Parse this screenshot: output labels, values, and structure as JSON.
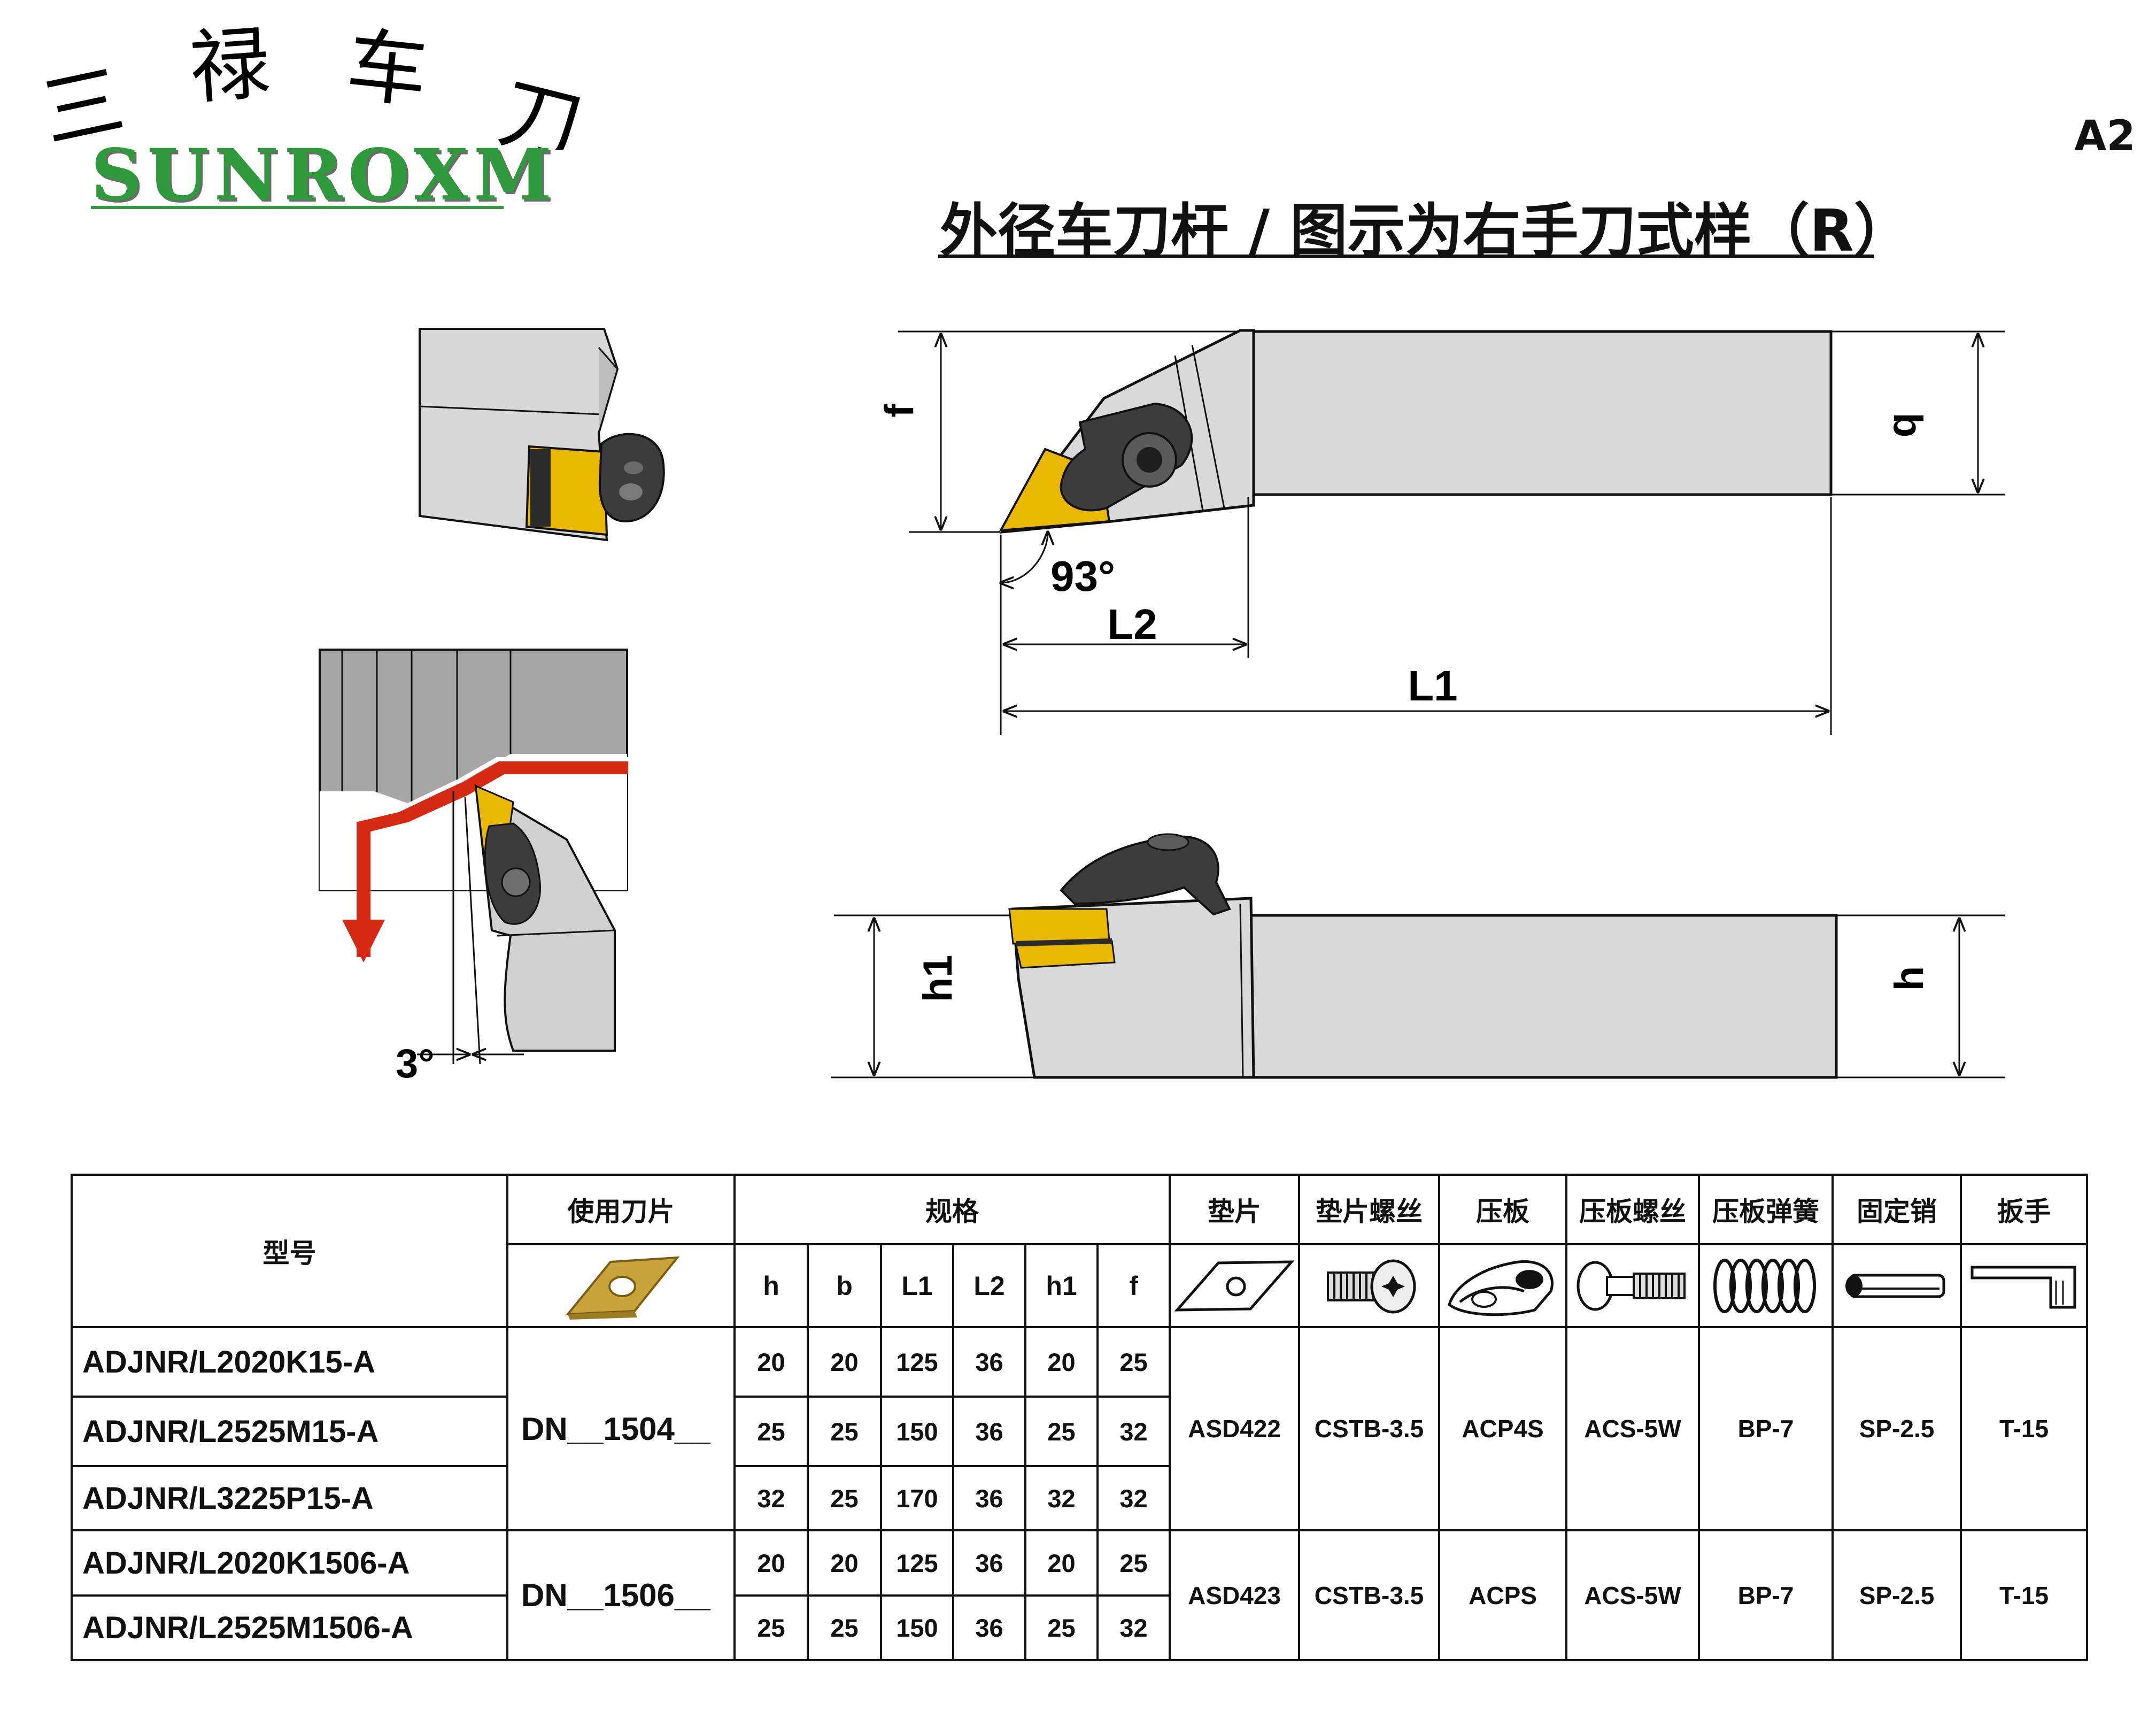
{
  "brand": {
    "chinese_name": "三禄车刀",
    "chinese_chars": [
      "三",
      "禄",
      "车",
      "刀"
    ],
    "english_name": "SUNROXM",
    "color": "#2e9a3c"
  },
  "page_code": "A2",
  "title": "外径车刀杆 / 图示为右手刀式样（R）",
  "drawing_labels": {
    "f": "f",
    "b": "b",
    "h1": "h1",
    "h": "h",
    "angle_main": "93°",
    "angle_side": "3°",
    "L2": "L2",
    "L1": "L1"
  },
  "table": {
    "headers": {
      "model": "型号",
      "insert": "使用刀片",
      "spec": "规格",
      "shim": "垫片",
      "shim_screw": "垫片螺丝",
      "clamp": "压板",
      "clamp_screw": "压板螺丝",
      "clamp_spring": "压板弹簧",
      "pin": "固定销",
      "wrench": "扳手"
    },
    "spec_columns": [
      "h",
      "b",
      "L1",
      "L2",
      "h1",
      "f"
    ],
    "groups": [
      {
        "insert": "DN__1504__",
        "shim": "ASD422",
        "shim_screw": "CSTB-3.5",
        "clamp": "ACP4S",
        "clamp_screw": "ACS-5W",
        "clamp_spring": "BP-7",
        "pin": "SP-2.5",
        "wrench": "T-15",
        "rows": [
          {
            "model": "ADJNR/L2020K15-A",
            "values": [
              "20",
              "20",
              "125",
              "36",
              "20",
              "25"
            ]
          },
          {
            "model": "ADJNR/L2525M15-A",
            "values": [
              "25",
              "25",
              "150",
              "36",
              "25",
              "32"
            ]
          },
          {
            "model": "ADJNR/L3225P15-A",
            "values": [
              "32",
              "25",
              "170",
              "36",
              "32",
              "32"
            ]
          }
        ]
      },
      {
        "insert": "DN__1506__",
        "shim": "ASD423",
        "shim_screw": "CSTB-3.5",
        "clamp": "ACPS",
        "clamp_screw": "ACS-5W",
        "clamp_spring": "BP-7",
        "pin": "SP-2.5",
        "wrench": "T-15",
        "rows": [
          {
            "model": "ADJNR/L2020K1506-A",
            "values": [
              "20",
              "20",
              "125",
              "36",
              "20",
              "25"
            ]
          },
          {
            "model": "ADJNR/L2525M1506-A",
            "values": [
              "25",
              "25",
              "150",
              "36",
              "25",
              "32"
            ]
          }
        ]
      }
    ],
    "icons": {
      "insert": "rhombic-insert-icon",
      "shim": "shim-plate-icon",
      "shim_screw": "torx-screw-icon",
      "clamp": "clamp-plate-icon",
      "clamp_screw": "clamp-screw-icon",
      "clamp_spring": "coil-spring-icon",
      "pin": "dowel-pin-icon",
      "wrench": "torx-wrench-icon"
    }
  },
  "colors": {
    "holder_gray": "#d9d9d9",
    "insert_yellow": "#e9b800",
    "clamp_dark": "#3c3c3c",
    "chip_red": "#d42a14",
    "insert_gold": "#c9a43a"
  }
}
